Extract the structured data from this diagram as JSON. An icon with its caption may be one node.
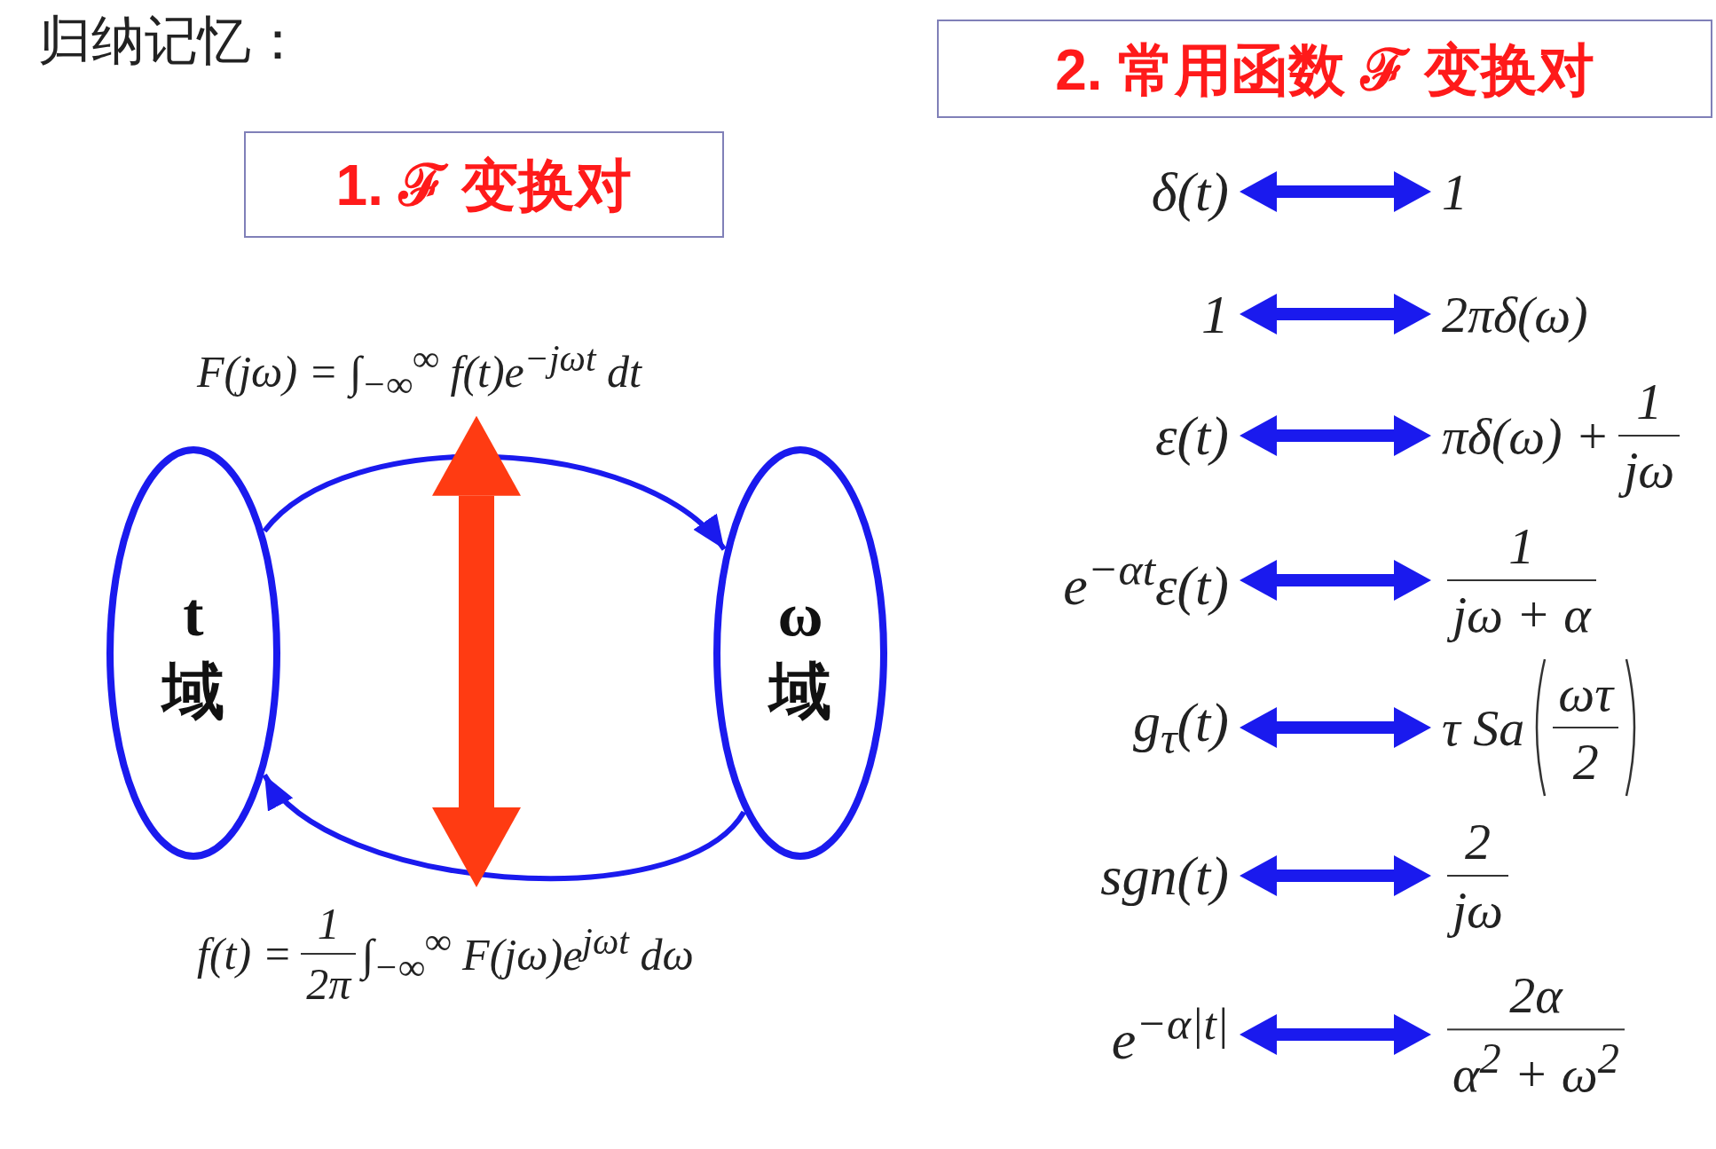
{
  "diagram": {
    "title": "归纳记忆：",
    "nodes": [
      {
        "text": [
          "1. ℱ 变换对"
        ]
      },
      {
        "text": [
          "F(jω) = ∫$_{−∞}$$^{∞}$ f(t)e$^{−jωt}$ dt"
        ]
      },
      {
        "text": [
          "t 域"
        ]
      },
      {
        "text": [
          "ω 域"
        ]
      },
      {
        "text": [
          "f(t) =",
          "1",
          "2π",
          "∫$_{−∞}$$^{∞}$ F(jω)e$^{jωt}$ dω"
        ]
      },
      {
        "text": [
          "2. 常用函数 ℱ 变换对"
        ]
      },
      {
        "text": [
          "δ(t)"
        ]
      },
      {
        "text": [
          "1"
        ]
      },
      {
        "text": [
          "1"
        ]
      },
      {
        "text": [
          "2πδ(ω)"
        ]
      },
      {
        "text": [
          "ε(t)"
        ]
      },
      {
        "text": [
          "πδ(ω) +",
          "1",
          "jω"
        ]
      },
      {
        "text": [
          "e$^{−αt}$ε(t)"
        ]
      },
      {
        "text": [
          "1",
          "jω + α"
        ]
      },
      {
        "text": [
          "g$_{τ}$(t)"
        ]
      },
      {
        "text": [
          "τ Sa",
          "ωτ",
          "2"
        ]
      },
      {
        "text": [
          "sgn(t)"
        ]
      },
      {
        "text": [
          "2",
          "jω"
        ]
      },
      {
        "text": [
          "e$^{−α|t|}$"
        ]
      },
      {
        "text": [
          "2α",
          "α$^{2}$ + ω$^{2}$"
        ]
      }
    ],
    "edges": [
      {
        "from": 2,
        "to": 3,
        "arrow": "to"
      },
      {
        "from": 3,
        "to": 2,
        "arrow": "to"
      },
      {
        "from": 1,
        "to": 4,
        "arrow": "both",
        "style": "thick",
        "color": "#ff3b12"
      },
      {
        "from": 6,
        "to": 7,
        "arrow": "both"
      },
      {
        "from": 8,
        "to": 9,
        "arrow": "both"
      },
      {
        "from": 10,
        "to": 11,
        "arrow": "both"
      },
      {
        "from": 12,
        "to": 13,
        "arrow": "both"
      },
      {
        "from": 14,
        "to": 15,
        "arrow": "both"
      },
      {
        "from": 16,
        "to": 17,
        "arrow": "both"
      },
      {
        "from": 18,
        "to": 19,
        "arrow": "both"
      }
    ]
  }
}
